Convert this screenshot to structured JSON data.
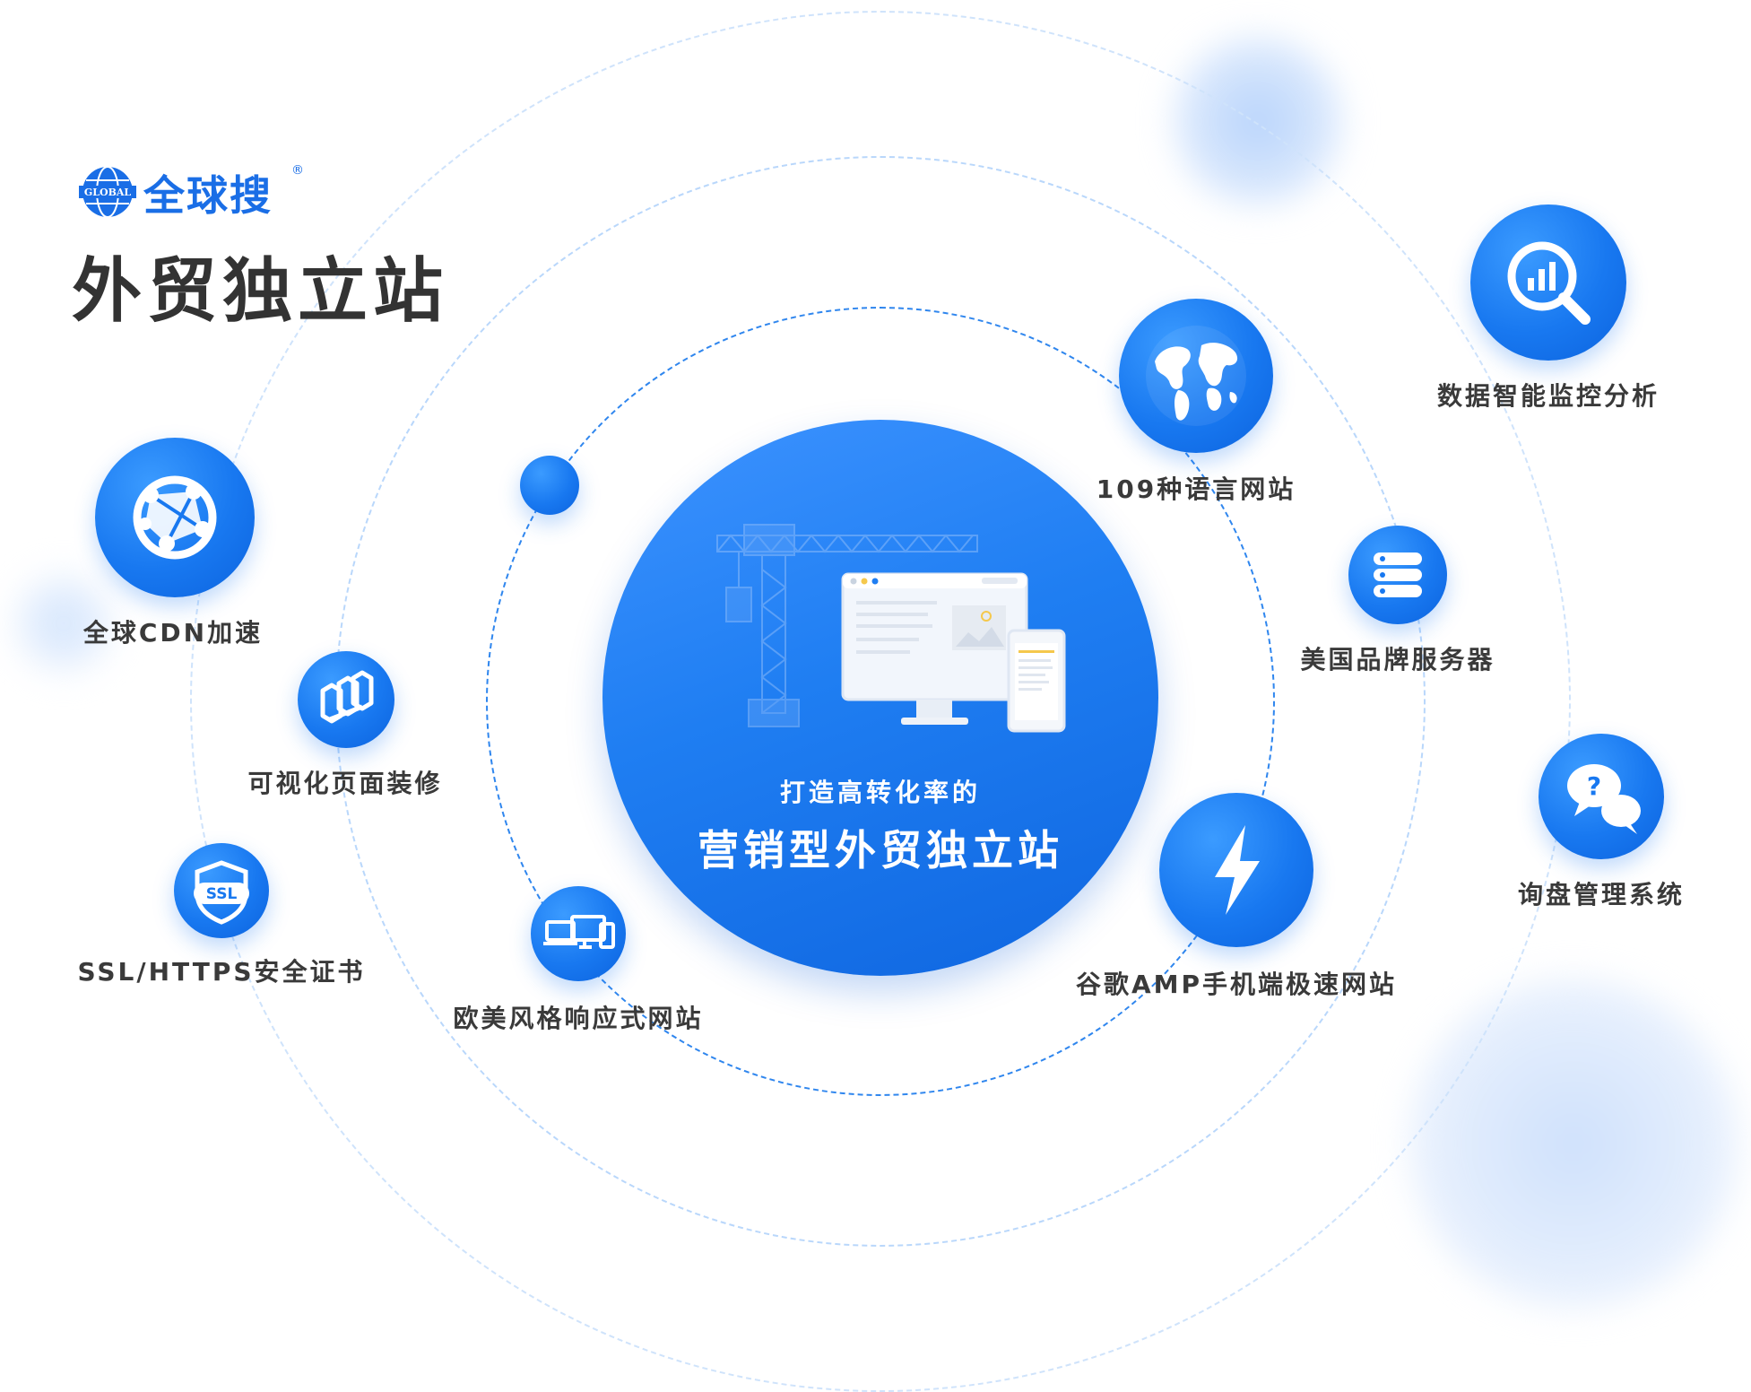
{
  "brand": {
    "logo_text": "全球搜",
    "registered_mark": "®",
    "globe_text": "GLOBAL"
  },
  "title": "外贸独立站",
  "center": {
    "line1": "打造高转化率的",
    "line2": "营销型外贸独立站"
  },
  "features": [
    {
      "id": "cdn",
      "label": "全球CDN加速",
      "icon": "network-globe-icon"
    },
    {
      "id": "visual",
      "label": "可视化页面装修",
      "icon": "building-blocks-icon"
    },
    {
      "id": "ssl",
      "label": "SSL/HTTPS安全证书",
      "icon": "ssl-shield-icon",
      "icon_text": "SSL"
    },
    {
      "id": "responsive",
      "label": "欧美风格响应式网站",
      "icon": "devices-icon"
    },
    {
      "id": "lang",
      "label": "109种语言网站",
      "icon": "world-map-icon"
    },
    {
      "id": "server",
      "label": "美国品牌服务器",
      "icon": "server-icon"
    },
    {
      "id": "amp",
      "label": "谷歌AMP手机端极速网站",
      "icon": "lightning-icon"
    },
    {
      "id": "analytics",
      "label": "数据智能监控分析",
      "icon": "search-chart-icon"
    },
    {
      "id": "inquiry",
      "label": "询盘管理系统",
      "icon": "chat-question-icon",
      "icon_text": "?"
    }
  ],
  "colors": {
    "primary": "#1878f0",
    "ring_inner": "#2f86ee",
    "ring_outer": "#b9d7fb",
    "text": "#3a3a3a"
  }
}
